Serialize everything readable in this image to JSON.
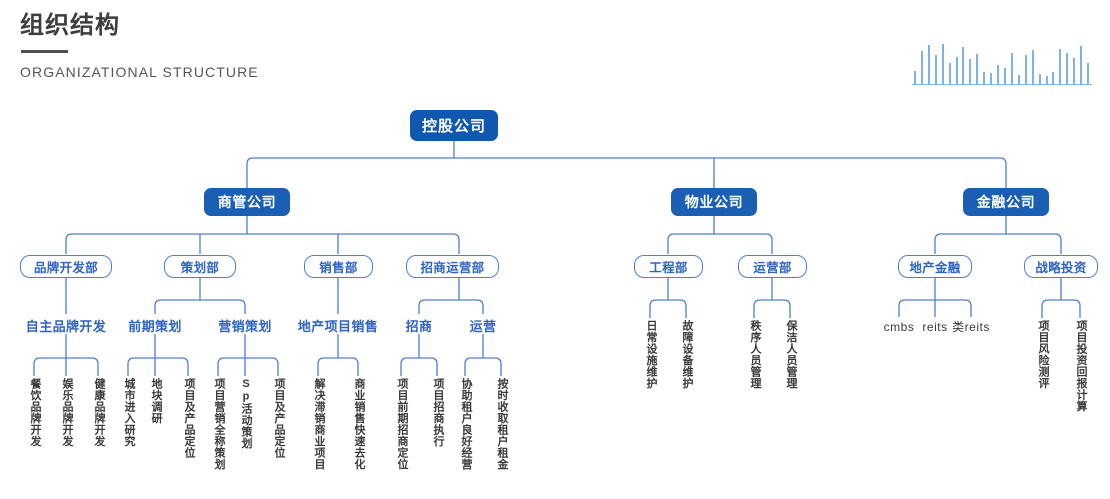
{
  "header": {
    "title": "组织结构",
    "subtitle": "ORGANIZATIONAL STRUCTURE"
  },
  "theme": {
    "root_fill": "#1057b0",
    "level2_fill": "#1b5fb5",
    "level3_border": "#4f7fd0",
    "level3_text": "#2f63c4",
    "level4_text": "#2f63c4",
    "level5_text": "#3a3a3a",
    "connector": "#4f7fd0",
    "deco_bar": "#7fb2e8",
    "title_text": "#3d3d3d"
  },
  "deco_bars": [
    14,
    34,
    40,
    30,
    41,
    22,
    28,
    38,
    26,
    31,
    13,
    12,
    20,
    17,
    32,
    10,
    30,
    35,
    11,
    9,
    13,
    36,
    32,
    27,
    39,
    22
  ],
  "chart_data": {
    "type": "tree",
    "title": "组织结构",
    "root": {
      "label": "控股公司",
      "level": 1,
      "children": [
        {
          "label": "商管公司",
          "level": 2,
          "children": [
            {
              "label": "品牌开发部",
              "level": 3,
              "children": [
                {
                  "label": "自主品牌开发",
                  "level": 4,
                  "children": [
                    {
                      "label": "餐饮品牌开发",
                      "level": 5
                    },
                    {
                      "label": "娱乐品牌开发",
                      "level": 5
                    },
                    {
                      "label": "健康品牌开发",
                      "level": 5
                    }
                  ]
                }
              ]
            },
            {
              "label": "策划部",
              "level": 3,
              "children": [
                {
                  "label": "前期策划",
                  "level": 4,
                  "children": [
                    {
                      "label": "城市进入研究",
                      "level": 5
                    },
                    {
                      "label": "地块调研",
                      "level": 5
                    },
                    {
                      "label": "项目及产品定位",
                      "level": 5
                    }
                  ]
                },
                {
                  "label": "营销策划",
                  "level": 4,
                  "children": [
                    {
                      "label": "项目营销全称策划",
                      "level": 5
                    },
                    {
                      "label": "Sp活动策划",
                      "level": 5
                    },
                    {
                      "label": "项目及产品定位",
                      "level": 5
                    }
                  ]
                }
              ]
            },
            {
              "label": "销售部",
              "level": 3,
              "children": [
                {
                  "label": "地产项目销售",
                  "level": 4,
                  "children": [
                    {
                      "label": "解决滞销商业项目",
                      "level": 5
                    },
                    {
                      "label": "商业销售快速去化",
                      "level": 5
                    }
                  ]
                }
              ]
            },
            {
              "label": "招商运营部",
              "level": 3,
              "children": [
                {
                  "label": "招商",
                  "level": 4,
                  "children": [
                    {
                      "label": "项目前期招商定位",
                      "level": 5
                    },
                    {
                      "label": "项目招商执行",
                      "level": 5
                    }
                  ]
                },
                {
                  "label": "运营",
                  "level": 4,
                  "children": [
                    {
                      "label": "协助租户良好经营",
                      "level": 5
                    },
                    {
                      "label": "按时收取租户租金",
                      "level": 5
                    }
                  ]
                }
              ]
            }
          ]
        },
        {
          "label": "物业公司",
          "level": 2,
          "children": [
            {
              "label": "工程部",
              "level": 3,
              "children": [
                {
                  "label": "日常设施维护",
                  "level": 5
                },
                {
                  "label": "故障设备维护",
                  "level": 5
                }
              ]
            },
            {
              "label": "运营部",
              "level": 3,
              "children": [
                {
                  "label": "秩序人员管理",
                  "level": 5
                },
                {
                  "label": "保洁人员管理",
                  "level": 5
                }
              ]
            }
          ]
        },
        {
          "label": "金融公司",
          "level": 2,
          "children": [
            {
              "label": "地产金融",
              "level": 3,
              "children": [
                {
                  "label": "cmbs",
                  "level": 5
                },
                {
                  "label": "reits",
                  "level": 5
                },
                {
                  "label": "类reits",
                  "level": 5
                }
              ]
            },
            {
              "label": "战略投资",
              "level": 3,
              "children": [
                {
                  "label": "项目风险测评",
                  "level": 5
                },
                {
                  "label": "项目投资回报计算",
                  "level": 5
                }
              ]
            }
          ]
        }
      ]
    }
  },
  "nodes": {
    "l1_holding": "控股公司",
    "l2_commercial": "商管公司",
    "l2_property": "物业公司",
    "l2_finance": "金融公司",
    "l3_brand_dev": "品牌开发部",
    "l3_planning": "策划部",
    "l3_sales": "销售部",
    "l3_investment_ops": "招商运营部",
    "l3_engineering": "工程部",
    "l3_operations": "运营部",
    "l3_realestate_finance": "地产金融",
    "l3_strategic_invest": "战略投资",
    "l4_own_brand_dev": "自主品牌开发",
    "l4_pre_planning": "前期策划",
    "l4_marketing_planning": "营销策划",
    "l4_realestate_sales": "地产项目销售",
    "l4_invest_attract": "招商",
    "l4_operate": "运营",
    "l5_fb_brand": "餐饮品牌开发",
    "l5_ent_brand": "娱乐品牌开发",
    "l5_health_brand": "健康品牌开发",
    "l5_city_entry": "城市进入研究",
    "l5_land_survey": "地块调研",
    "l5_product_pos_a": "项目及产品定位",
    "l5_full_marketing": "项目营销全称策划",
    "l5_sp_activity": "Sp活动策划",
    "l5_product_pos_b": "项目及产品定位",
    "l5_solve_unsold": "解决滞销商业项目",
    "l5_fast_sales": "商业销售快速去化",
    "l5_pre_invest_pos": "项目前期招商定位",
    "l5_invest_exec": "项目招商执行",
    "l5_assist_tenant": "协助租户良好经营",
    "l5_collect_rent": "按时收取租户租金",
    "l5_daily_facility": "日常设施维护",
    "l5_fault_equip": "故障设备维护",
    "l5_order_staff": "秩序人员管理",
    "l5_clean_staff": "保洁人员管理",
    "l5_cmbs": "cmbs",
    "l5_reits": "reits",
    "l5_quasi_reits": "类reits",
    "l5_risk_eval": "项目风险测评",
    "l5_roi_calc": "项目投资回报计算"
  }
}
